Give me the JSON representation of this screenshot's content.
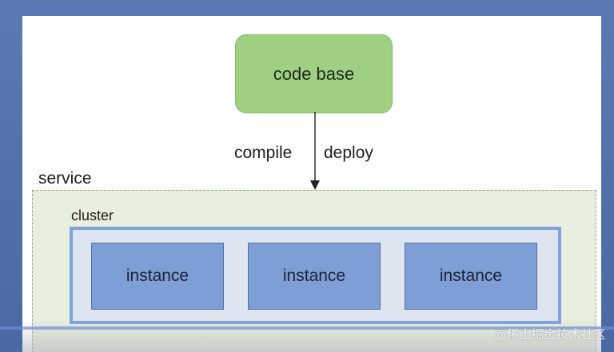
{
  "diagram": {
    "code_base_label": "code base",
    "arrow_left_label": "compile",
    "arrow_right_label": "deploy",
    "service_label": "service",
    "cluster_label": "cluster",
    "instances": [
      {
        "label": "instance"
      },
      {
        "label": "instance"
      },
      {
        "label": "instance"
      }
    ]
  },
  "watermark": "@稀土掘金技术社区",
  "colors": {
    "code_base_fill": "#9ecf82",
    "service_fill": "#e8efde",
    "cluster_border": "#7fa2dd",
    "instance_fill": "#7e9ed6"
  }
}
